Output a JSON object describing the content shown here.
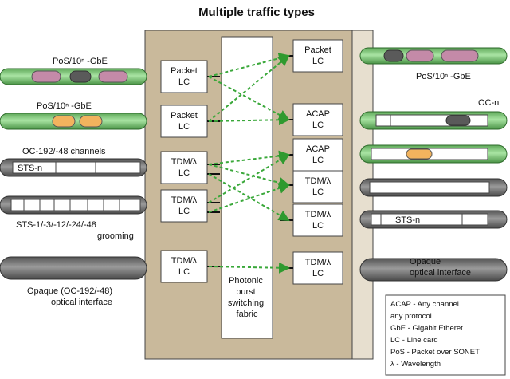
{
  "title": "Multiple traffic types",
  "fabric": [
    "Photonic",
    "burst",
    "switching",
    "fabric"
  ],
  "left_labels": {
    "pos1": "PoS/10ⁿ -GbE",
    "pos2": "PoS/10ⁿ -GbE",
    "oc192": "OC-192/-48 channels",
    "sts_n": "STS-n",
    "sts_group": "STS-1/-3/-12/-24/-48",
    "grooming": "grooming",
    "opaque1": "Opaque (OC-192/-48)",
    "opaque2": "optical interface"
  },
  "right_labels": {
    "pos": "PoS/10ⁿ -GbE",
    "ocn": "OC-n",
    "sts_n": "STS-n",
    "opaque1": "Opaque",
    "opaque2": "optical interface"
  },
  "ingress_cards": [
    {
      "line1": "Packet",
      "line2": "LC"
    },
    {
      "line1": "Packet",
      "line2": "LC"
    },
    {
      "line1": "TDM/λ",
      "line2": "LC"
    },
    {
      "line1": "TDM/λ",
      "line2": "LC"
    },
    {
      "line1": "TDM/λ",
      "line2": "LC"
    }
  ],
  "egress_cards": [
    {
      "line1": "Packet",
      "line2": "LC"
    },
    {
      "line1": "ACAP",
      "line2": "LC"
    },
    {
      "line1": "ACAP",
      "line2": "LC"
    },
    {
      "line1": "TDM/λ",
      "line2": "LC"
    },
    {
      "line1": "TDM/λ",
      "line2": "LC"
    },
    {
      "line1": "TDM/λ",
      "line2": "LC"
    }
  ],
  "legend": [
    "ACAP - Any channel",
    "any protocol",
    "GbE - Gigabit Etheret",
    "LC - Line card",
    "PoS - Packet over SONET",
    "λ - Wavelength"
  ],
  "colors": {
    "chassis": "#c9b99b",
    "chassis_shadow": "#e4dccb",
    "fiber_green": "#8fd08a",
    "fiber_green_dark": "#4e9a4a",
    "fiber_gray": "#6e6e6e",
    "packet_pink": "#c48aa8",
    "packet_orange": "#f2b35e",
    "packet_dark": "#5a5a5a",
    "arrow_green": "#3aa83a"
  }
}
